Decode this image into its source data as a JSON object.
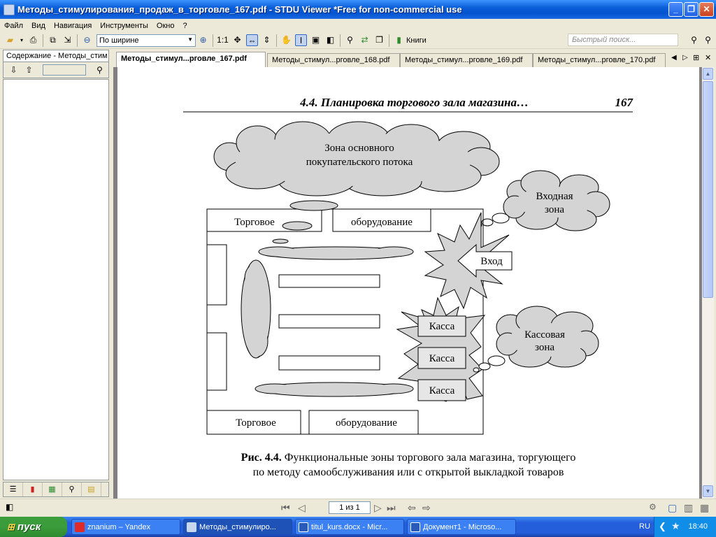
{
  "window": {
    "title": "Методы_стимулирования_продаж_в_торговле_167.pdf - STDU Viewer *Free for non-commercial use"
  },
  "menu": [
    "Файл",
    "Вид",
    "Навигация",
    "Инструменты",
    "Окно",
    "?"
  ],
  "toolbar": {
    "zoom_mode": "По ширине",
    "ratio_label": "1:1",
    "books_label": "Книги",
    "search_placeholder": "Быстрый поиск..."
  },
  "left_panel": {
    "title": "Содержание - Методы_стим"
  },
  "tabs": [
    {
      "label": "Методы_стимул...рговле_167.pdf",
      "active": true
    },
    {
      "label": "Методы_стимул...рговле_168.pdf",
      "active": false
    },
    {
      "label": "Методы_стимул...рговле_169.pdf",
      "active": false
    },
    {
      "label": "Методы_стимул...рговле_170.pdf",
      "active": false
    }
  ],
  "document": {
    "header_title": "4.4. Планировка торгового зала магазина…",
    "page_number": "167",
    "diagram": {
      "main_flow_zone": [
        "Зона основного",
        "покупательского  потока"
      ],
      "entrance_zone": [
        "Входная",
        "зона"
      ],
      "cash_zone": [
        "Кассовая",
        "зона"
      ],
      "entrance_label": "Вход",
      "equipment_top": [
        "Торговое",
        "оборудование"
      ],
      "equipment_bottom": [
        "Торговое",
        "оборудование"
      ],
      "cash_desks": [
        "Касса",
        "Касса",
        "Касса"
      ]
    },
    "caption_bold": "Рис. 4.4.",
    "caption_line1": " Функциональные зоны торгового зала магазина, торгующего",
    "caption_line2": "по методу самообслуживания или с открытой выкладкой товаров"
  },
  "status": {
    "page_indicator": "1 из 1"
  },
  "taskbar": {
    "start_label": "пуск",
    "tasks": [
      "znanium – Yandex",
      "Методы_стимулиро...",
      "titul_kurs.docx - Micr...",
      "Документ1 - Microso..."
    ],
    "language": "RU",
    "clock": "18:40"
  },
  "colors": {
    "taskbar": "#245edb",
    "start": "#3a9c3a",
    "titlebar": "#0553d0",
    "cloud_fill": "#d4d4d4"
  }
}
